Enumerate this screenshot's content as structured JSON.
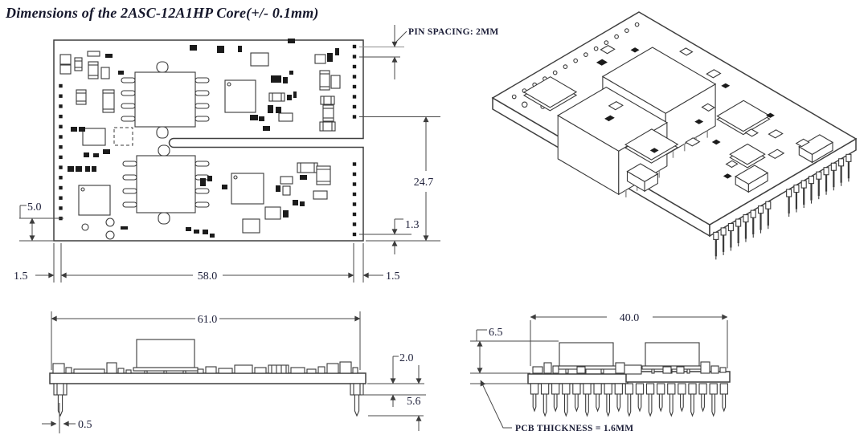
{
  "title": "Dimensions of the 2ASC-12A1HP Core(+/- 0.1mm)",
  "annotations": {
    "pin_spacing": "PIN SPACING: 2MM",
    "pcb_thickness": "PCB THICKNESS = 1.6MM"
  },
  "top_view": {
    "pin_edge_offset_left": "5.0",
    "margin_left": "1.5",
    "pin_span_width": "58.0",
    "margin_right": "1.5",
    "pin_field_height": "24.7",
    "pin_bottom_offset": "1.3"
  },
  "side_view": {
    "board_width": "61.0",
    "standoff_height": "2.0",
    "pin_protrusion": "5.6",
    "pin_diameter": "0.5"
  },
  "end_view": {
    "board_depth": "40.0",
    "component_height": "6.5"
  },
  "colors": {
    "background": "#ffffff",
    "line": "#3f3f3f",
    "dimension_text": "#20223c"
  }
}
